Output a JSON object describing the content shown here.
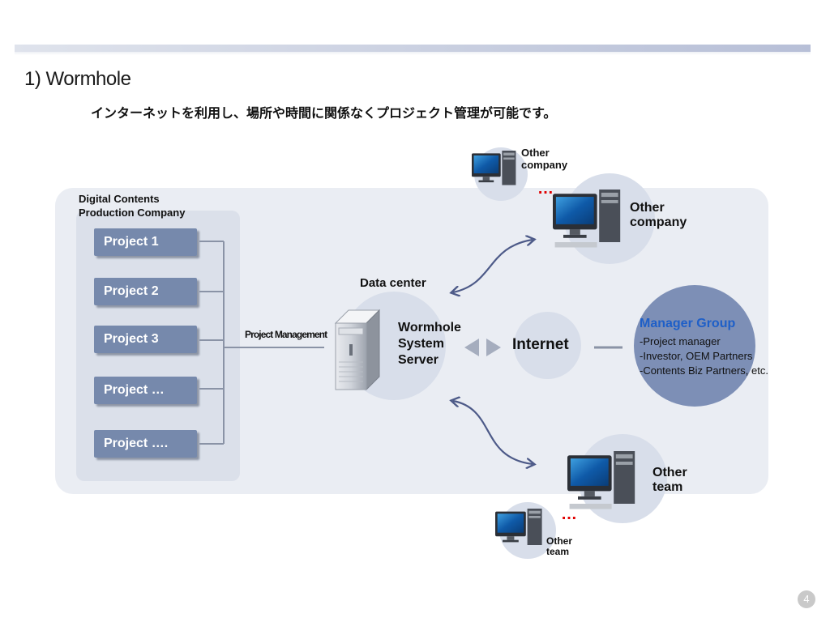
{
  "slide": {
    "title": "1) Wormhole",
    "subtitle": "インターネットを利用し、場所や時間に関係なくプロジェクト管理が可能です。",
    "page_number": "4"
  },
  "company": {
    "label_line1": "Digital Contents",
    "label_line2": "Production Company",
    "projects": [
      "Project 1",
      "Project 2",
      "Project 3",
      "Project …",
      "Project …."
    ]
  },
  "connector_label": "Project Management",
  "data_center": {
    "label": "Data center",
    "server_line1": "Wormhole",
    "server_line2": "System",
    "server_line3": "Server"
  },
  "internet": {
    "label": "Internet"
  },
  "manager_group": {
    "title": "Manager Group",
    "line1": "-Project manager",
    "line2": "-Investor, OEM Partners",
    "line3": "-Contents Biz Partners, etc."
  },
  "other_company_small": {
    "line1": "Other",
    "line2": "company"
  },
  "other_company_large": {
    "line1": "Other",
    "line2": "company"
  },
  "other_team_large": {
    "line1": "Other",
    "line2": "team"
  },
  "other_team_small": {
    "line1": "Other",
    "line2": "team"
  },
  "ellipsis": "…",
  "colors": {
    "project_button": "#7689ac",
    "manager_title": "#1e5fc8",
    "manager_circle": "#7d8fb6",
    "bubble": "#d8deea",
    "arrow": "#4d5a88",
    "ellipsis": "#e00000"
  },
  "icons": [
    "desktop-computer-icon",
    "server-tower-icon",
    "double-arrow-icon",
    "curved-arrow-icon"
  ]
}
